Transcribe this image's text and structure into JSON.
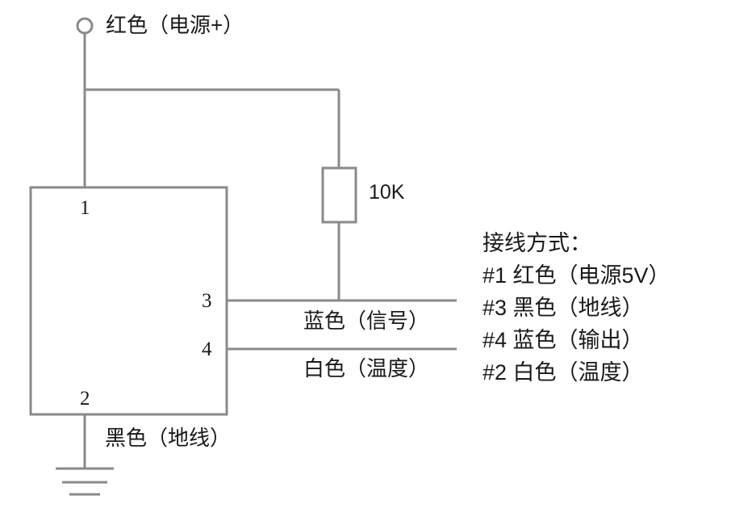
{
  "diagram": {
    "title": "sensor-wiring-schematic",
    "line_color": "#8a8a8a",
    "text_color": "#1a1a1a",
    "background": "#ffffff"
  },
  "terminal": {
    "icon": "open-circle-terminal",
    "label": "红色（电源+）"
  },
  "resistor": {
    "value": "10K"
  },
  "ic": {
    "pins": [
      {
        "number": "1",
        "position": "top-left"
      },
      {
        "number": "3",
        "position": "right-upper"
      },
      {
        "number": "4",
        "position": "right-lower"
      },
      {
        "number": "2",
        "position": "bottom-left"
      }
    ]
  },
  "wires": {
    "signal": "蓝色（信号）",
    "temperature": "白色（温度）",
    "ground": "黑色（地线）"
  },
  "ground_symbol": {
    "icon": "earth-ground-icon"
  },
  "panel": {
    "heading": "接线方式：",
    "items": [
      "#1 红色（电源5V）",
      "#3 黑色（地线）",
      "#4 蓝色（输出）",
      "#2 白色（温度）"
    ]
  }
}
